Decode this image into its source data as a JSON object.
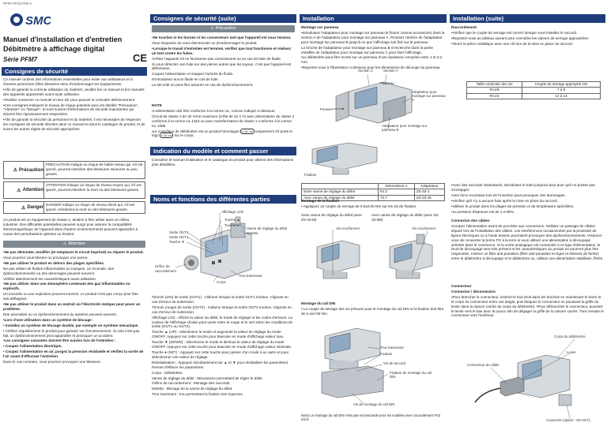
{
  "doc_code": "PF##-TFK27FR-A",
  "brand": "SMC",
  "title_line1": "Manuel d'installation et d'entretien",
  "title_line2": "Débitmètre à affichage digital",
  "series": "Série PFM7",
  "ce_mark": "CE",
  "col1": {
    "header": "Consignes de sécurité",
    "intro": "Ce manuel contient des informations essentielles pour éviter aux utilisateurs et à d'autres personnes d'être blessées et/ou d'endommager les équipements.",
    "b1": "•Afin de garantir la correcte utilisation du matériel, veuillez lire ce manuel et les manuels des appareils apparentés avant toute utilisation.",
    "b2": "•Veuillez conserver ce manuel en lieu sûr pour pouvoir le consulter ultérieurement.",
    "b3": "•Ces consignes indiquent le niveau de risque potentiel avec les libellés \"Précaution\", \"Attention\" ou \"Danger\", et sont suivies d'informations de sécurité importantes qui doivent être rigoureusement respectées.",
    "b4": "•Afin de garantir la sécurité du personnel et du matériel, il est nécessaire de respecter les consignes de sécurité décrites dans ce manuel et dans le catalogue du produit, et de suivre les autres règles de sécurité appropriées.",
    "levels": [
      {
        "label": "Précaution",
        "text": "PRÉCAUTION indique un risque de faible niveau qui, s'il est ignoré, pourrait entraîner des blessures mineures ou peu graves."
      },
      {
        "label": "Attention",
        "text": "ATTENTION indique un risque de niveau moyen qui, s'il est ignoré, pourrait entraîner la mort ou des blessures graves."
      },
      {
        "label": "Danger",
        "text": "DANGER indique un risque de niveau élevé qui, s'il est ignoré, entraînera la mort ou des blessures graves."
      }
    ],
    "class_a": "Ce produit est un équipement de classe A, destiné à être utilisé dans un milieu industriel. Des difficultés potentielles peuvent surgir pour assurer la compatibilité électromagnétique de l'appareil dans d'autres environnements peuvent apparaître à cause des perturbations opérées ou émises.",
    "attention_title": "Attention",
    "attention_items": [
      "•Ne pas démonter, modifier (et remplacer le circuit imprimé) ou réparer le produit.",
      "Vous pourriez vous blesser ou provoquer une panne.",
      "•Ne pas utiliser le produit en dehors des plages spécifiées.",
      "Ne pas utiliser de fluides inflammables ou toxiques. Un incendie, des dysfonctionnements ou des dommages peuvent survenir.",
      "Vérifier attentivement les caractéristiques avant utilisation.",
      "•Ne pas utiliser dans une atmosphère contenant des gaz inflammables ou explosifs.",
      "Un incendie ou une explosion peuvent survenir. Le produit n'est pas conçu pour être anti-déflagrant.",
      "•Ne pas utiliser le produit dans un endroit où l'électricité statique peut poser un problème.",
      "Des anomalies ou un dysfonctionnement du système peuvent survenir.",
      "•Lors d'une utilisation dans un système de blocage :",
      "• Installez un système de blocage double, par exemple un système mécanique.",
      "• Vérifiez régulièrement le produit pour garantir son fonctionnement. Si cela n'est pas fait, un dysfonctionnement peut apparaître et provoquer un accident.",
      "•Les consignes suivantes doivent être suivies lors de l'entretien :",
      "• Coupez l'alimentation électrique.",
      "• Coupez l'alimentation en air, purgez la pression résiduelle et vérifiez la sortie de l'air avant d'effectuer l'entretien.",
      "Dans le cas contraire, vous pourriez provoquer une blessure."
    ]
  },
  "col2": {
    "header": "Consignes de sécurité (suite)",
    "precaution_title": "Précaution",
    "p1": "•Ne touchez ni les bornes ni les connecteurs tant que l'appareil est sous tension.",
    "p2": "Vous risqueriez de vous électrocuter ou d'endommager le produit.",
    "p3": "•Lorsque le travail d'entretien est terminé, vérifiez que tout fonctionne et réalisez un test contre les fuites.",
    "p4": "Arrêtez l'appareil s'il ne fonctionne pas correctement ou en cas de fuite de fluide.",
    "p5": "Si vous détectez une fuite sur des pièces autres que les tuyaux, c'est que l'appareil est défectueux.",
    "p6": "Coupez l'alimentation et stoppez l'arrivée du fluide.",
    "p7": "N'introduisez aucun fluide en cas de fuite.",
    "p8": "La sécurité ne peut être assurée en cas de dysfonctionnement.",
    "note_title": "NOTE",
    "n1": "•L'alimentation doit être conforme à la norme UL, comme indiqué ci-dessous.",
    "n2": "Circuit de classe 2 de 30 Vrms maximum (crête de 42.4 V) avec alimentation de classe 2 conforme à la norme UL 1310 ou avec transformateur de classe 2 conforme à la norme UL 1585.",
    "n3": "•Le contrôleur de débitmètre est un produit homologué",
    "n3b": "uniquement s'il porte le logo",
    "n3c": "sur le corps.",
    "ul_logo": "c UL us",
    "indication_header": "Indication du modèle et comment passer commande",
    "indication_text": "Consultez le manuel d'utilisation et le catalogue du produit pour obtenir des informations plus détaillées.",
    "parts_header": "Noms et fonctions des différentes parties",
    "parts_labels": {
      "affichage_lcd": "Affichage LCD",
      "touche_up": "Touche ▲",
      "touche_set": "Touche ●",
      "sortie": "Sortie OUT2",
      "sortie1": "Sortie OUT1",
      "touche_down": "Touche ▼",
      "vanne": "Vanne de réglage du débit",
      "molette": "Molette",
      "orifice": "Orifice de raccordement",
      "trou": "Trou traversant",
      "corps": "Corps"
    },
    "desc": [
      "Témoin (vert) de sortie (OUT1) : s'allume lorsque la sortie OUT1 s'active. Clignote en cas d'erreur de surtension.",
      "Témoin (rouge) de sortie (OUT2) : s'allume lorsque la sortie OUT2 s'active. Clignote en cas d'erreur de surtension.",
      "Affichage LCD : Affiche la valeur du débit, le mode de réglage et les codes d'erreurs. La couleur de l'affichage choisie peut varier entre le rouge et le vert selon les conditions de sortie (OUT1 ou OUT2).",
      "Touche ▲ (UP) : sélectionne le mode et augmente la valeur de réglage du mode ON/OFF. Appuyez sur cette touche pour basculer en mode d'affichage valeur max.",
      "Touche ▼ (DOWN) : sélectionne le mode et diminue la valeur de réglage du mode ON/OFF. Appuyez sur cette touche pour basculer en mode d'affichage valeur minimale.",
      "Touche ● (SET) : Appuyez sur cette touche pour passer d'un mode à un autre et pour sélectionner une valeur de réglage.",
      "Réinitialisation : Appuyez simultanément sur ▲ et ▼ pour réinitialiser les paramètres. Permet d'effacer les paramètres.",
      "Corps : Débitmètre.",
      "Vanne de réglage du débit : Mécanisme permettant de régler le débit.",
      "Orifice de raccordement : Montage des raccords.",
      "Molette : Blocage de la vanne de réglage du débit.",
      "Trou traversant : trou permettant la fixation des équerres."
    ]
  },
  "col3": {
    "header": "Installation",
    "panel_title": "Montage sur panneau",
    "panel_items": [
      "•Introduisez l'adaptateur pour montage sur panneau B (fourni comme accessoire) dans la section A de l'adaptateur pour montage sur panneau A. Poussez l'arrière de l'adaptateur pour montage sur panneau B jusqu'à ce que l'affichage soit fixé sur le panneau.",
      "La broche de l'adaptateur pour montage sur panneau B s'enclenche dans la partie entaillée de l'adaptateur pour montage sur panneau C pour fixer l'affichage.",
      "•Le débitmètre peut être monté sur un panneau d'une épaisseur comprise entre 1 et 3.2 mm.",
      "•Reportez-vous à l'illustration ci-dessous pour les dimensions de découpe du panneau."
    ],
    "panel_labels": {
      "section_c": "Section C",
      "section_a": "Section A",
      "panel": "Panneau",
      "adapter_a": "Adaptateur pour montage sur panneau A",
      "adapter_b": "Adaptateur pour montage sur panneau B",
      "pousser": "Pousser"
    },
    "fixation": "Fixation",
    "table_headers": [
      "",
      "Dimensions A",
      "Adaptateur"
    ],
    "table_rows": [
      [
        "Sans vanne de réglage du débit",
        "64.2",
        "ZS-33-J"
      ],
      [
        "Avec vanne de réglage du débit",
        "74.7",
        "ZS-33-J5"
      ]
    ],
    "fix_title": "Montage de la fixation",
    "fix_text": "• Appliquez un couple de serrage de 0.5±0.05 Nm sur les vis de fixation.",
    "fix_left": "Sans vanne de réglage du débit (avec ZS-33-M)",
    "fix_right": "Avec vanne de réglage du débit (avec ZS-33-M5)",
    "vis": "Vis cruciformes",
    "din_title": "Montage du rail DIN",
    "din_text": "• Le couple de serrage des vis prévues pour le montage du rail DIN et la fixation doit être de 0.4±0.05 Nm.",
    "din_labels": {
      "trou": "Trou traversant",
      "fixation": "Fixation",
      "vis": "Vis de raccord",
      "fixation_rail": "Fixation de montage du rail DIN",
      "vis_rail": "Vis de montage du rail DIN"
    },
    "din_note": "Note) Le montage du rail DIN n'est pas recommandé pour les modèles avec raccordement F02 G1/4."
  },
  "col4": {
    "header": "Installation (suite)",
    "raccord_title": "Raccordement",
    "r1": "•Vérifiez que le couple de serrage est correct lorsque vous installez le raccord.",
    "r2": "•Reportez-vous au tableau suivant pour connaître les valeurs de serrage appropriées.",
    "r3": "•Tenez la pièce métallique avec une clé lors de la mise en place du raccord.",
    "torque_headers": [
      "Taille nominale des vis",
      "Couple de serrage approprié Nm"
    ],
    "torque_rows": [
      [
        "Rc1/8",
        "7 à 9"
      ],
      [
        "Rc1/4",
        "12 à 14"
      ]
    ],
    "r4": "•Avec des raccords instantanés, introduisez le tube jusqu'au bout pour qu'il ne puisse pas s'échapper.",
    "r5": "•Une force excessive lors de l'insertion peut provoquer des dommages.",
    "r6": "•Vérifiez qu'il n'y a aucune fuite après la mise en place du raccord.",
    "r7": "•Utilisez le produit dans les plages de pression et de température spécifiées.",
    "r8": "•La pression d'épreuve est de 1.0 MPa.",
    "conn_title": "Connexion des câbles",
    "conn": "•Coupez l'alimentation avant de procéder aux connexions. •Utilisez un passage de câbles séparé lors de l'installation des câbles. Les interférences occasionnées par la proximité de lignes électriques ou à haute tension pourraient provoquer des dysfonctionnements. •Assurez-vous de connecter la borne FG à la terre si vous utilisez une alimentation à découpage achetée dans le commerce. Si la sortie analogique est connectée à ce type d'alimentation, le bruit de découpage sera très présent et les caractéristiques du produit ne pourront plus être respectées. Insérez un filtre anti-parasites (filtre anti-parasites en ligne et élément de ferrite) entre le débitmètre à découpage et le débitmètre ou, utilisez une alimentation stabilisée, filtrée.",
    "connector_title": "Connecteur",
    "connector_sub": "Connexion / déconnexion",
    "connector_text": "•Pour brancher le connecteur, insérez-le tout droit dans les broches en maintenant le levier et le corps du connecteur entre vos doigts, puis bloquez le connecteur en poussant la griffe du levier dans la rainure carrée du corps du débitmètre. •Pour débrancher le connecteur, poussez le levier vers le bas avec le pouce afin de dégager la griffe de la rainure carrée. Tirez ensuite le connecteur vers l'extérieur.",
    "conn_labels": {
      "corps": "Corps du débitmètre",
      "levier": "Levier",
      "connecteur": "Connecteur de câble",
      "couvercle": "Couvercle (option : ZS-33-F)"
    }
  }
}
